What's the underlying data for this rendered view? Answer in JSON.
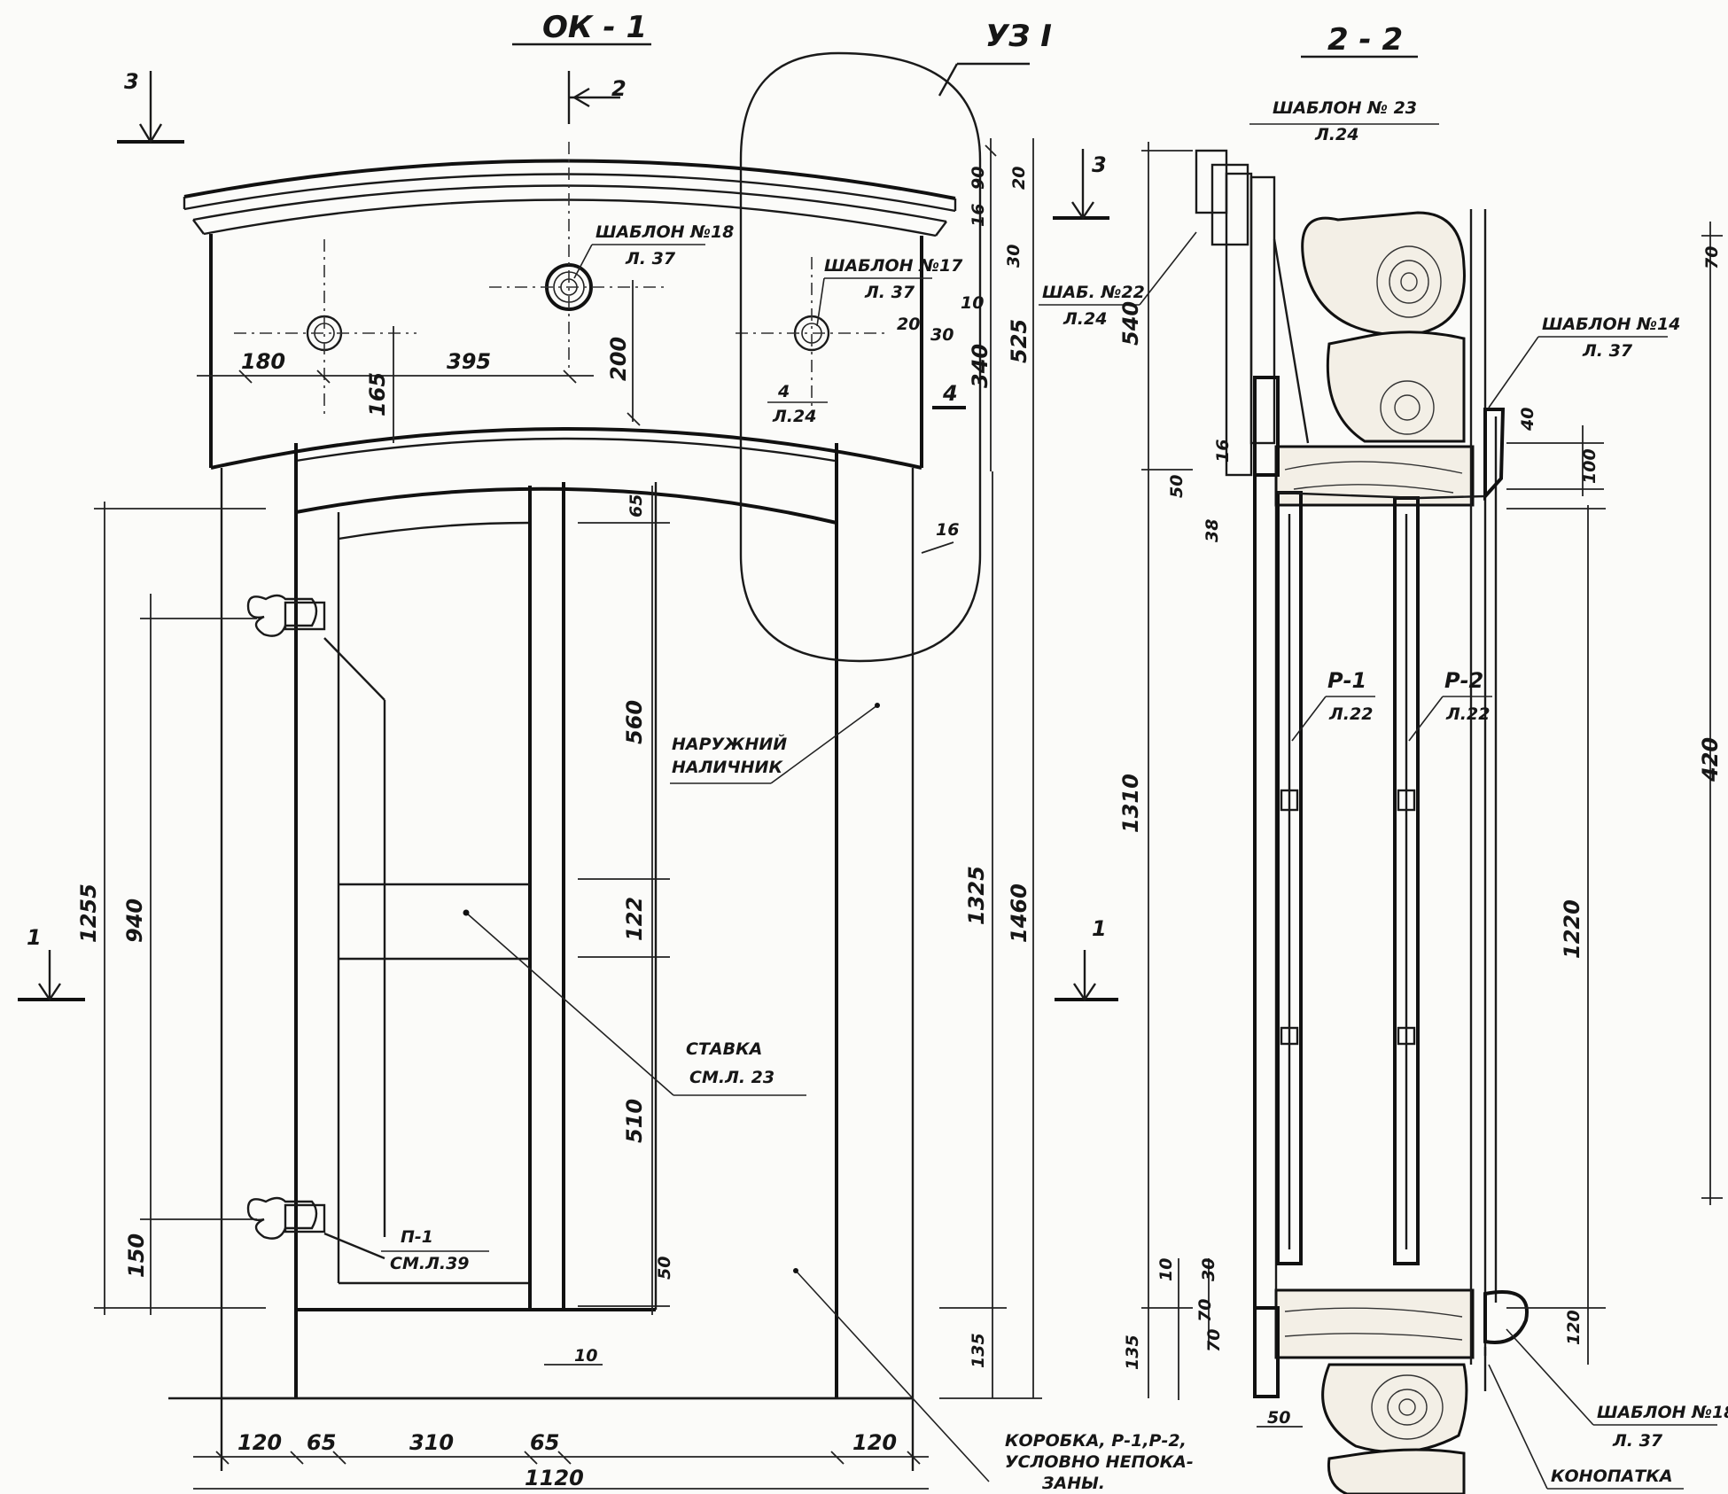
{
  "titles": {
    "view_main": "ОК - 1",
    "view_section": "2 - 2",
    "node_label": "УЗ I"
  },
  "section_marks": {
    "mark_3_top": "3",
    "mark_2_top": "2",
    "mark_3_right": "3",
    "mark_1_left": "1",
    "mark_1_center": "1",
    "mark_4": "4"
  },
  "callouts": {
    "template_18": "ШАБЛОН №18",
    "template_18_sheet": "Л. 37",
    "template_17": "ШАБЛОН №17",
    "template_17_sheet": "Л. 37",
    "ref_4_num": "4",
    "ref_4_sheet": "Л.24",
    "outer_trim_1": "НАРУЖНИЙ",
    "outer_trim_2": "НАЛИЧНИК",
    "sash_1": "СТАВКА",
    "sash_2": "СМ.Л. 23",
    "hinge_1": "П-1",
    "hinge_2": "СМ.Л.39",
    "frame_note_1": "КОРОБКА, Р-1,Р-2,",
    "frame_note_2": "УСЛОВНО НЕПОКА-",
    "frame_note_3": "ЗАНЫ.",
    "template_23": "ШАБЛОН № 23",
    "template_23_sheet": "Л.24",
    "template_22": "ШАБ. №22",
    "template_22_sheet": "Л.24",
    "template_14": "ШАБЛОН №14",
    "template_14_sheet": "Л. 37",
    "r1": "Р-1",
    "r1_sheet": "Л.22",
    "r2": "Р-2",
    "r2_sheet": "Л.22",
    "template_18b": "ШАБЛОН №18",
    "template_18b_sheet": "Л. 37",
    "caulk": "КОНОПАТКА"
  },
  "dimensions": {
    "d180": "180",
    "d395": "395",
    "d165": "165",
    "d200": "200",
    "d90": "90",
    "d20": "20",
    "d16": "16",
    "d30a": "30",
    "d10a": "10",
    "d20b": "20",
    "d30b": "30",
    "d340": "340",
    "d525": "525",
    "d16b": "16",
    "d65": "65",
    "d560": "560",
    "d122": "122",
    "d510": "510",
    "d50": "50",
    "d1255": "1255",
    "d940": "940",
    "d150": "150",
    "d1325": "1325",
    "d1460": "1460",
    "d135": "135",
    "d10b": "10",
    "d120a": "120",
    "d65a": "65",
    "d310": "310",
    "d65b": "65",
    "d120b": "120",
    "d1120": "1120",
    "d540": "540",
    "d1310": "1310",
    "d50b": "50",
    "d16c": "16",
    "d38": "38",
    "d10c": "10",
    "d30c": "30",
    "d70a": "70",
    "d70b": "70",
    "d135b": "135",
    "d50c": "50",
    "d40": "40",
    "d100": "100",
    "d1220": "1220",
    "d120c": "120",
    "d70c": "70",
    "d420": "420"
  }
}
